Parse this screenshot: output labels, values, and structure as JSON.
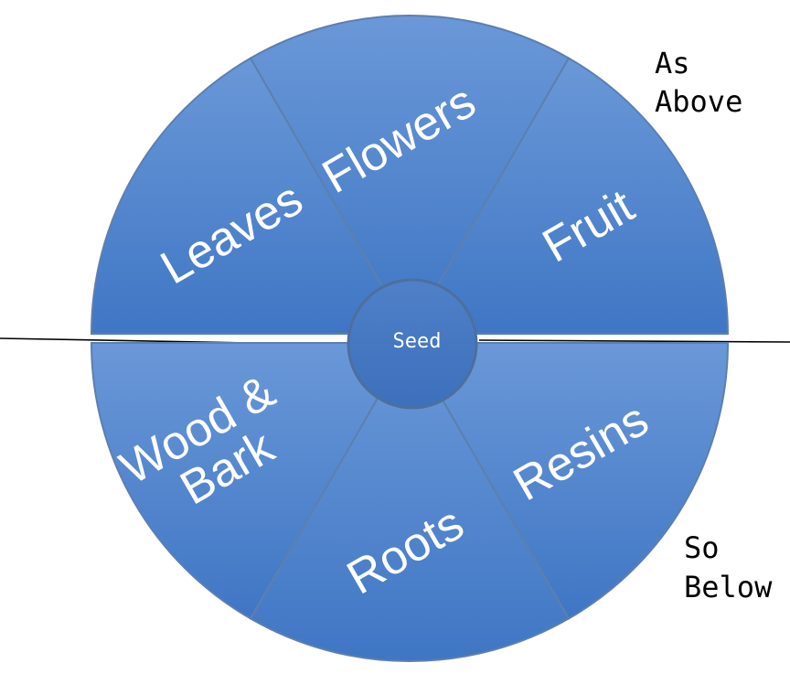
{
  "center": {
    "label": "Seed"
  },
  "segments": [
    {
      "id": "leaves",
      "label": [
        "Leaves"
      ]
    },
    {
      "id": "flowers",
      "label": [
        "Flowers"
      ]
    },
    {
      "id": "fruit",
      "label": [
        "Fruit"
      ]
    },
    {
      "id": "wood",
      "label": [
        "Wood &",
        "Bark"
      ]
    },
    {
      "id": "roots",
      "label": [
        "Roots"
      ]
    },
    {
      "id": "resins",
      "label": [
        "Resins"
      ]
    }
  ],
  "notes": {
    "above": [
      "As",
      "Above"
    ],
    "below": [
      "So",
      "Below"
    ]
  },
  "colors": {
    "segment_light": "#6a98d8",
    "segment_dark": "#3f76c4",
    "segment_stroke": "#5d7fae",
    "divider_line": "#000000"
  }
}
